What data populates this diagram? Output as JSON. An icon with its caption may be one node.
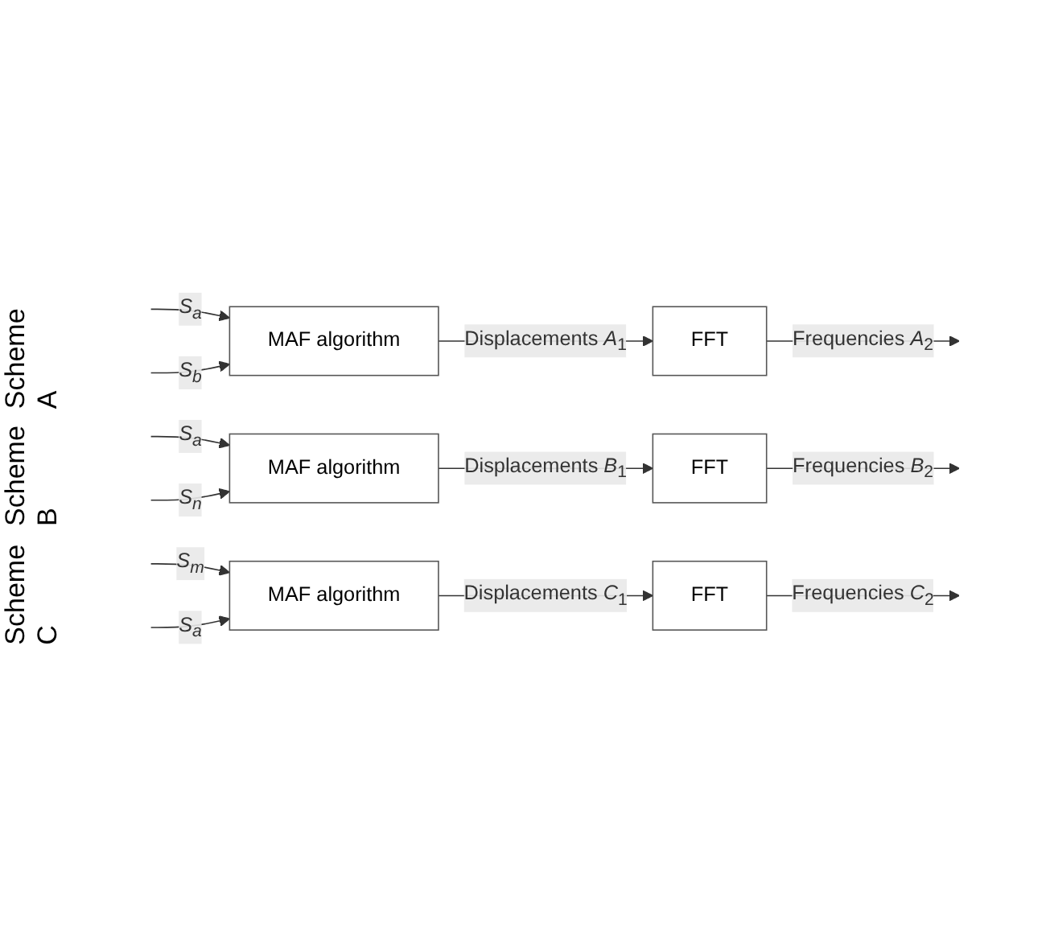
{
  "diagram": {
    "nodes": [
      {
        "text": [
          "MAF algorithm"
        ]
      },
      {
        "text": [
          "FFT"
        ]
      },
      {
        "text": [
          "MAF algorithm"
        ]
      },
      {
        "text": [
          "FFT"
        ]
      },
      {
        "text": [
          "MAF algorithm"
        ]
      },
      {
        "text": [
          "FFT"
        ]
      }
    ],
    "edges": [
      {
        "from": null,
        "to": 0,
        "arrow": "to",
        "label": "*S$_{a}$*"
      },
      {
        "from": null,
        "to": 0,
        "arrow": "to",
        "label": "*S$_{b}$*"
      },
      {
        "from": 0,
        "to": 1,
        "arrow": "to",
        "label": "Displacements *A*$_{1}$"
      },
      {
        "from": 1,
        "to": null,
        "arrow": "to",
        "label": "Frequencies *A*$_{2}$"
      },
      {
        "from": null,
        "to": 2,
        "arrow": "to",
        "label": "*S$_{a}$*"
      },
      {
        "from": null,
        "to": 2,
        "arrow": "to",
        "label": "*S$_{n}$*"
      },
      {
        "from": 2,
        "to": 3,
        "arrow": "to",
        "label": "Displacements *B*$_{1}$"
      },
      {
        "from": 3,
        "to": null,
        "arrow": "to",
        "label": "Frequencies *B*$_{2}$"
      },
      {
        "from": null,
        "to": 4,
        "arrow": "to",
        "label": "*S$_{m}$*"
      },
      {
        "from": null,
        "to": 4,
        "arrow": "to",
        "label": "*S$_{a}$*"
      },
      {
        "from": 4,
        "to": 5,
        "arrow": "to",
        "label": "Displacements *C*$_{1}$"
      },
      {
        "from": 5,
        "to": null,
        "arrow": "to",
        "label": "Frequencies *C*$_{2}$"
      }
    ],
    "labels": [
      "Scheme A",
      "Scheme B",
      "Scheme C"
    ]
  }
}
